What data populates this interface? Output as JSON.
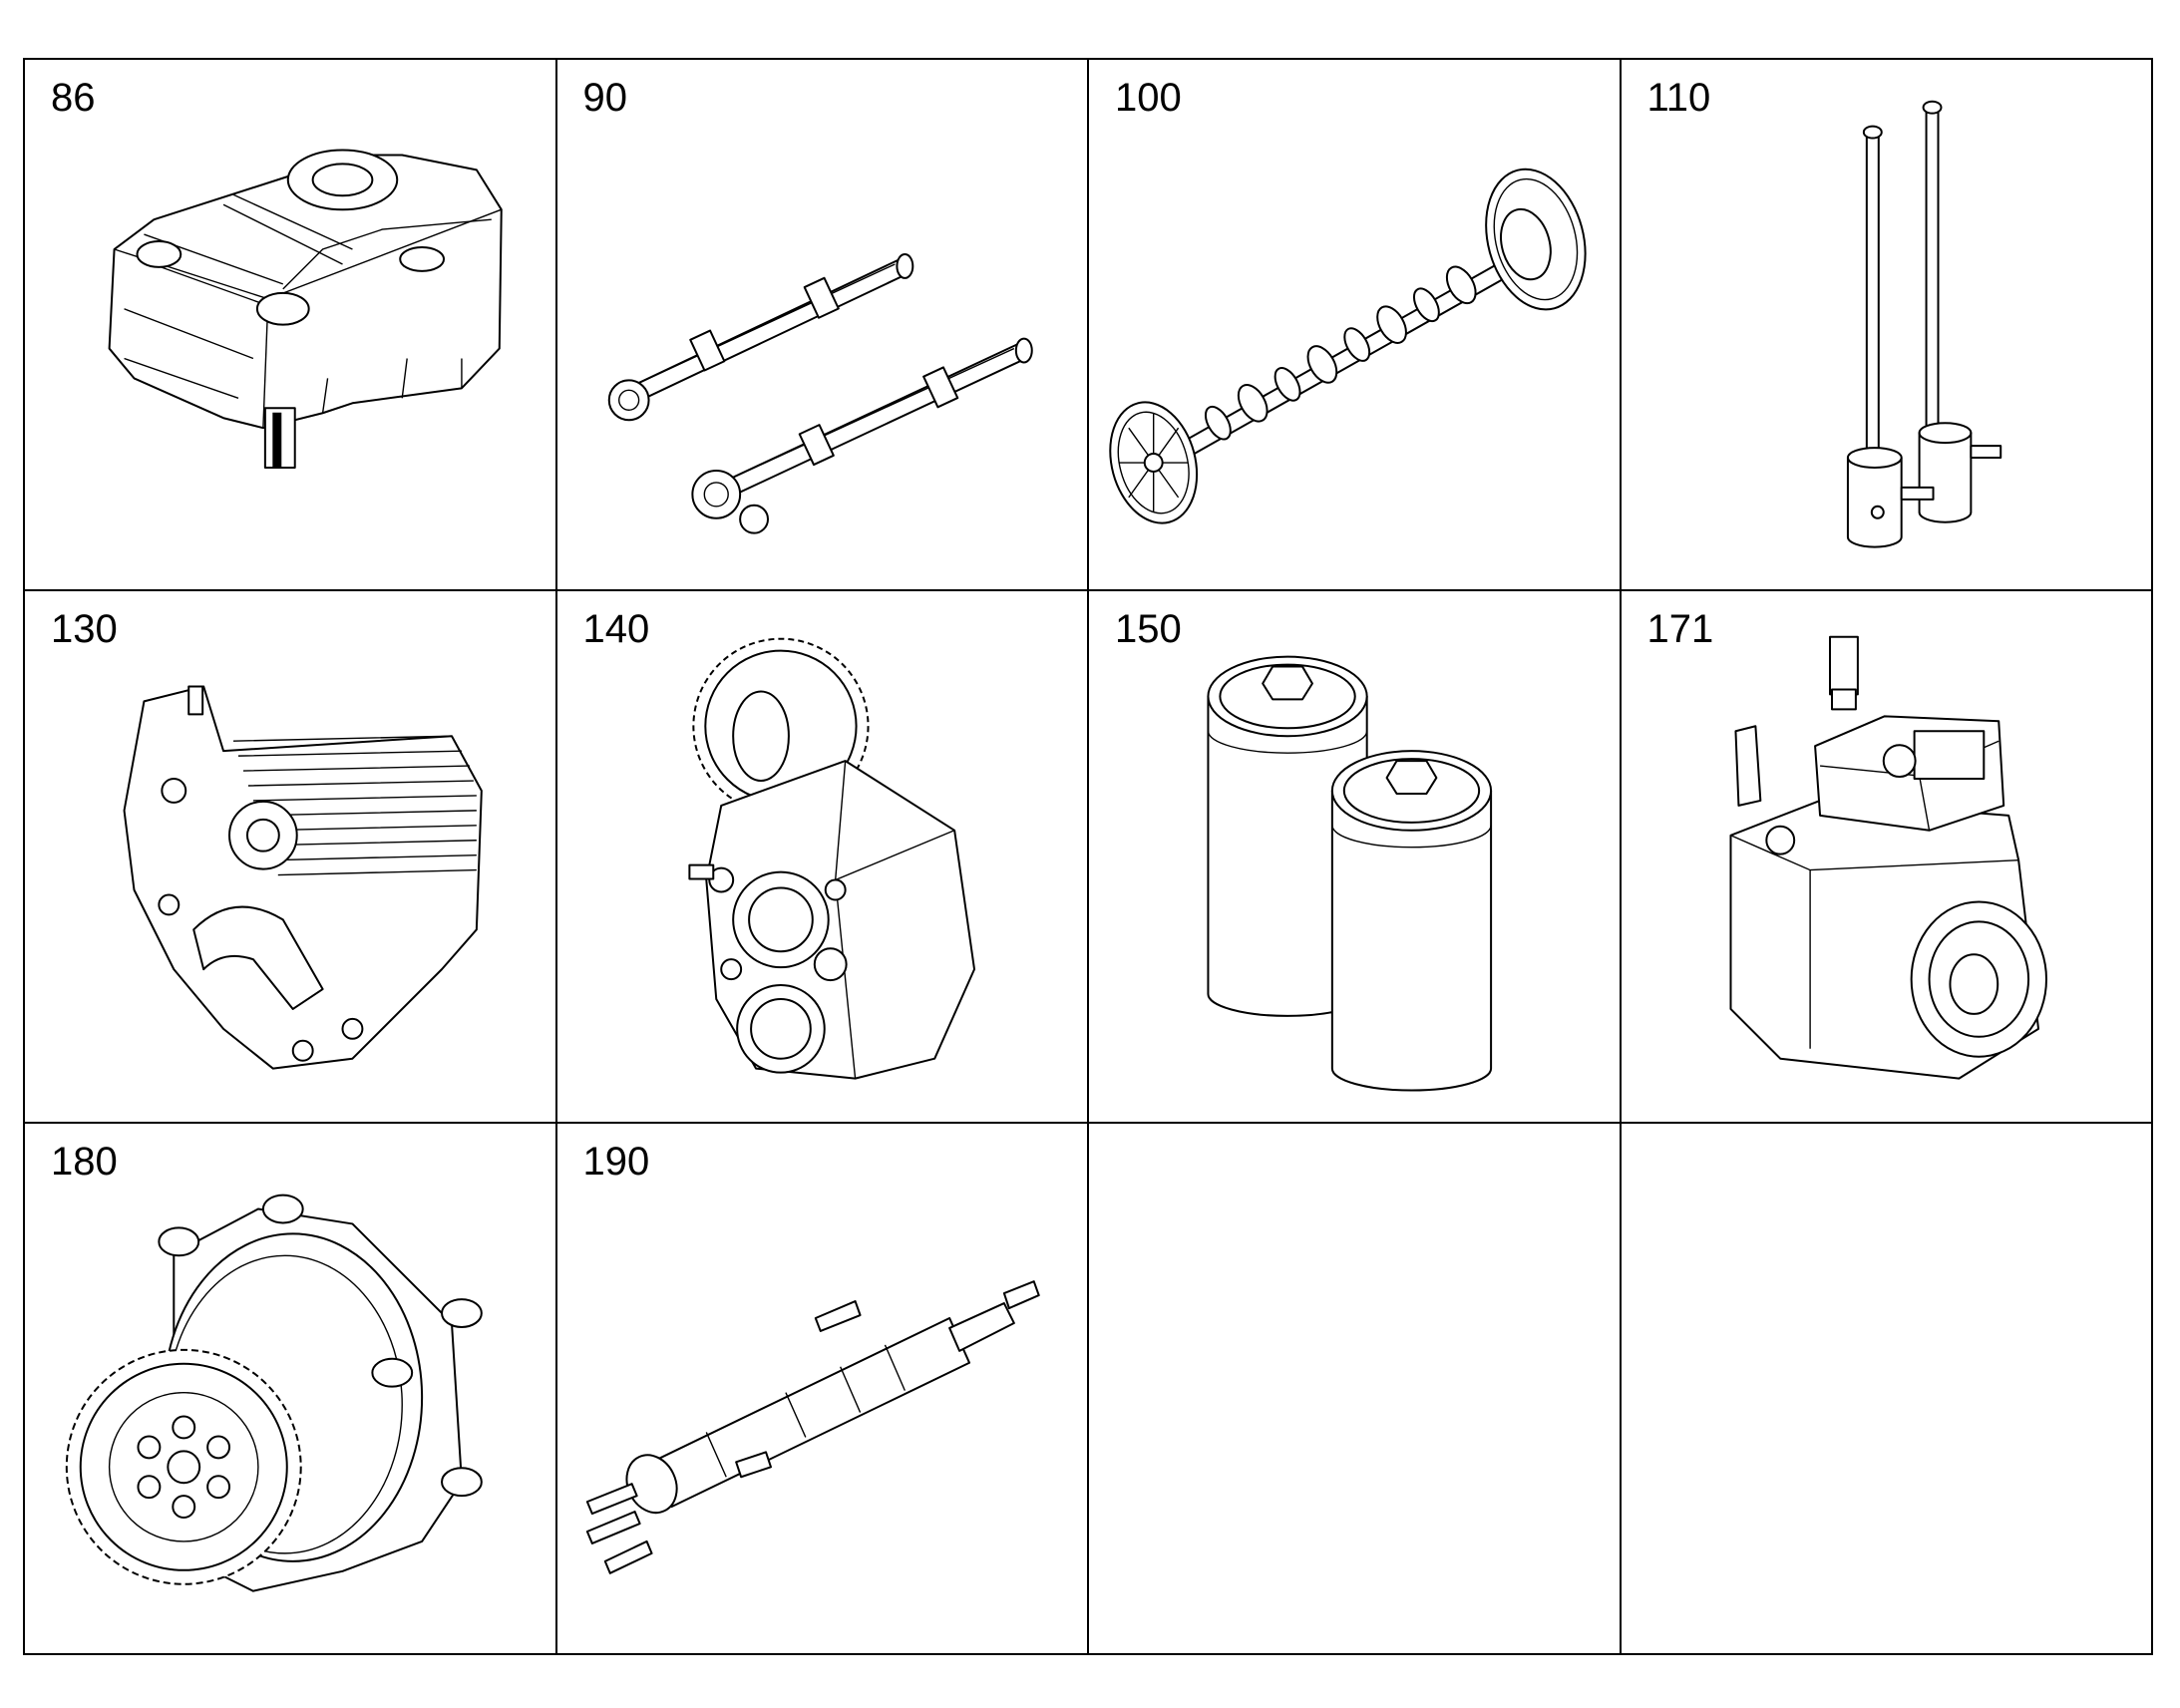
{
  "cells": [
    {
      "label": "86",
      "icon": "valve-cover-icon"
    },
    {
      "label": "90",
      "icon": "rocker-shafts-icon"
    },
    {
      "label": "100",
      "icon": "camshaft-icon"
    },
    {
      "label": "110",
      "icon": "push-rods-icon"
    },
    {
      "label": "130",
      "icon": "oil-cooler-housing-icon"
    },
    {
      "label": "140",
      "icon": "gear-housing-icon"
    },
    {
      "label": "150",
      "icon": "filter-cartridges-icon"
    },
    {
      "label": "171",
      "icon": "high-pressure-pump-icon"
    },
    {
      "label": "180",
      "icon": "gear-pump-icon"
    },
    {
      "label": "190",
      "icon": "injector-icon"
    },
    {
      "label": "",
      "icon": ""
    },
    {
      "label": "",
      "icon": ""
    }
  ],
  "colors": {
    "line": "#000000",
    "background": "#ffffff"
  }
}
